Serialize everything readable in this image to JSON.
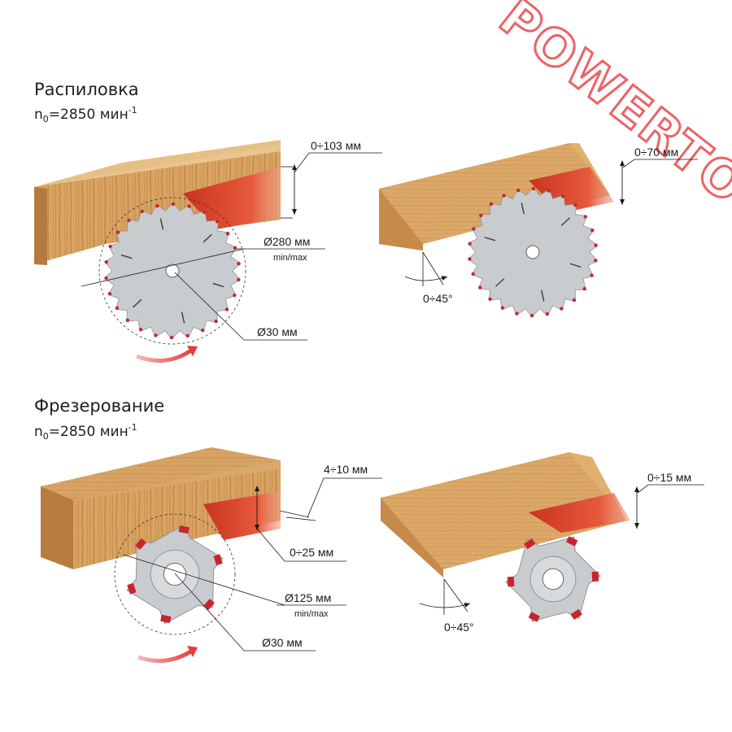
{
  "watermark": {
    "text": "POWERTOOL",
    "color": "#e8484c"
  },
  "colors": {
    "wood_light": "#e3b57a",
    "wood_mid": "#cf9555",
    "wood_dark": "#a86a32",
    "cut": "#e2452e",
    "blade": "#c9cccf",
    "blade_dark": "#9aa0a6",
    "tooth_tip": "#c8262c",
    "arrow": "#e63b3b",
    "line": "#1a1a1a"
  },
  "sections": {
    "sawing": {
      "title": "Распиловка",
      "speed_prefix": "n",
      "speed_sub": "0",
      "speed_value": "=2850 мин",
      "speed_sup": "-1"
    },
    "milling": {
      "title": "Фрезерование",
      "speed_prefix": "n",
      "speed_sub": "0",
      "speed_value": "=2850 мин",
      "speed_sup": "-1"
    }
  },
  "labels": {
    "saw_depth": "0÷103 мм",
    "saw_diameter": "Ø280 мм",
    "saw_diameter_note": "min/max",
    "saw_bore": "Ø30 мм",
    "bevel_saw_depth": "0÷70 мм",
    "bevel_saw_angle": "0÷45°",
    "mill_width": "4÷10 мм",
    "mill_depth": "0÷25 мм",
    "mill_diameter": "Ø125 мм",
    "mill_diameter_note": "min/max",
    "mill_bore": "Ø30 мм",
    "bevel_mill_depth": "0÷15 мм",
    "bevel_mill_angle": "0÷45°"
  }
}
